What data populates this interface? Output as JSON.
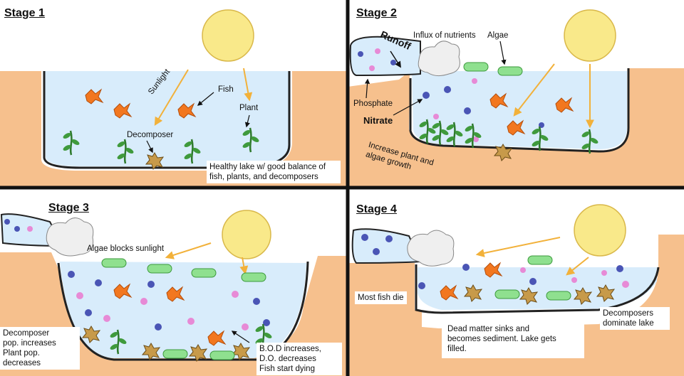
{
  "panels": [
    {
      "title": "Stage 1",
      "labels": {
        "sunlight": "Sunlight",
        "fish": "Fish",
        "plant": "Plant",
        "decomposer": "Decomposer",
        "caption_line1": "Healthy lake w/ good balance of",
        "caption_line2": "fish, plants, and decomposers"
      }
    },
    {
      "title": "Stage 2",
      "labels": {
        "runoff": "Runoff",
        "influx": "Influx of nutrients",
        "algae": "Algae",
        "phosphate": "Phosphate",
        "nitrate": "Nitrate",
        "caption_line1": "Increase plant and",
        "caption_line2": "algae growth"
      }
    },
    {
      "title": "Stage 3",
      "labels": {
        "algae_blocks": "Algae blocks sunlight",
        "decomposer_line1": "Decomposer",
        "decomposer_line2": "pop. increases",
        "decomposer_line3": "Plant pop.",
        "decomposer_line4": "decreases",
        "bod_line1": "B.O.D increases,",
        "bod_line2": "D.O. decreases",
        "bod_line3": "Fish start dying"
      }
    },
    {
      "title": "Stage 4",
      "labels": {
        "most_fish": "Most fish die",
        "dead_line1": "Dead matter sinks and",
        "dead_line2": "becomes sediment. Lake gets",
        "dead_line3": "filled.",
        "decomp_line1": "Decomposers",
        "decomp_line2": "dominate lake"
      }
    }
  ],
  "colors": {
    "water": "#d8ecfb",
    "land": "#f6c08d",
    "sun": "#f9e98a",
    "sun_ray": "#f2b13a",
    "fish": "#f2771f",
    "plant": "#3f9a3c",
    "algae": "#8fe08f",
    "phosphate": "#e78ad6",
    "nitrate": "#4a55b5",
    "decomposer": "#c79a4a",
    "cloud": "#efefef"
  }
}
